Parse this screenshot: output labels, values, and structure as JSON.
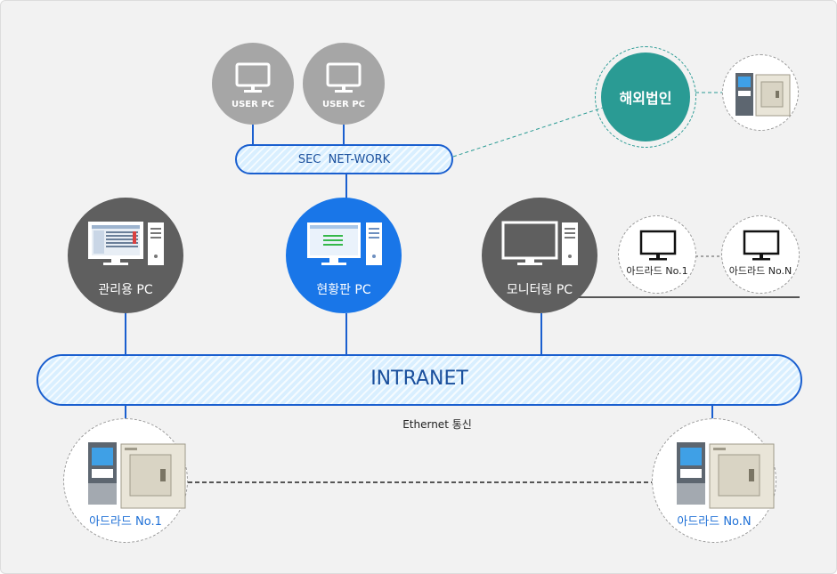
{
  "user_pcs": [
    {
      "label": "USER PC"
    },
    {
      "label": "USER PC"
    }
  ],
  "sec_network": {
    "label": "SEC  NET-WORK"
  },
  "overseas": {
    "label": "해외법인"
  },
  "pcs": {
    "management": {
      "label": "관리용 PC"
    },
    "status_board": {
      "label": "현황판 PC"
    },
    "monitoring": {
      "label": "모니터링 PC"
    }
  },
  "monitor_nodes": [
    {
      "label": "아드라드 No.1"
    },
    {
      "label": "아드라드 No.N"
    }
  ],
  "intranet": {
    "label": "INTRANET"
  },
  "ethernet": {
    "label": "Ethernet 통신"
  },
  "equipment": [
    {
      "label": "아드라드 No.1"
    },
    {
      "label": "아드라드 No.N"
    }
  ],
  "colors": {
    "background": "#f2f2f2",
    "line_blue": "#1a5fcf",
    "status_pc_blue": "#1976e8",
    "pc_dark": "#5f5f5f",
    "user_pc_gray": "#a6a6a6",
    "overseas_teal": "#2a9b94",
    "equipment_label_blue": "#1d6fd6"
  }
}
